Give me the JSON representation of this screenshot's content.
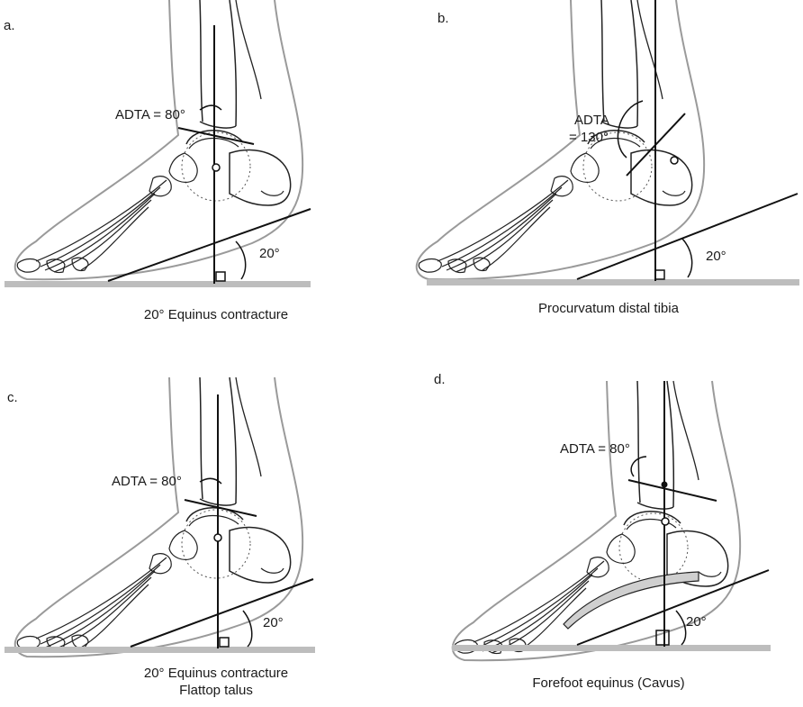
{
  "panels": [
    {
      "letter": "a.",
      "adta_label": "ADTA = 80°",
      "adta_line2": "",
      "slope_angle": "20°",
      "caption_line1": "20° Equinus contracture",
      "caption_line2": ""
    },
    {
      "letter": "b.",
      "adta_label": "ADTA",
      "adta_line2": "= 130°",
      "slope_angle": "20°",
      "caption_line1": "Procurvatum distal tibia",
      "caption_line2": ""
    },
    {
      "letter": "c.",
      "adta_label": "ADTA = 80°",
      "adta_line2": "",
      "slope_angle": "20°",
      "caption_line1": "20° Equinus contracture",
      "caption_line2": "Flattop talus"
    },
    {
      "letter": "d.",
      "adta_label": "ADTA = 80°",
      "adta_line2": "",
      "slope_angle": "20°",
      "caption_line1": "Forefoot equinus (Cavus)",
      "caption_line2": ""
    }
  ],
  "colors": {
    "ground": "#bdbdbd",
    "skin": "#9a9a9a",
    "bone": "#222222",
    "fascia": "#cfcfcf"
  }
}
